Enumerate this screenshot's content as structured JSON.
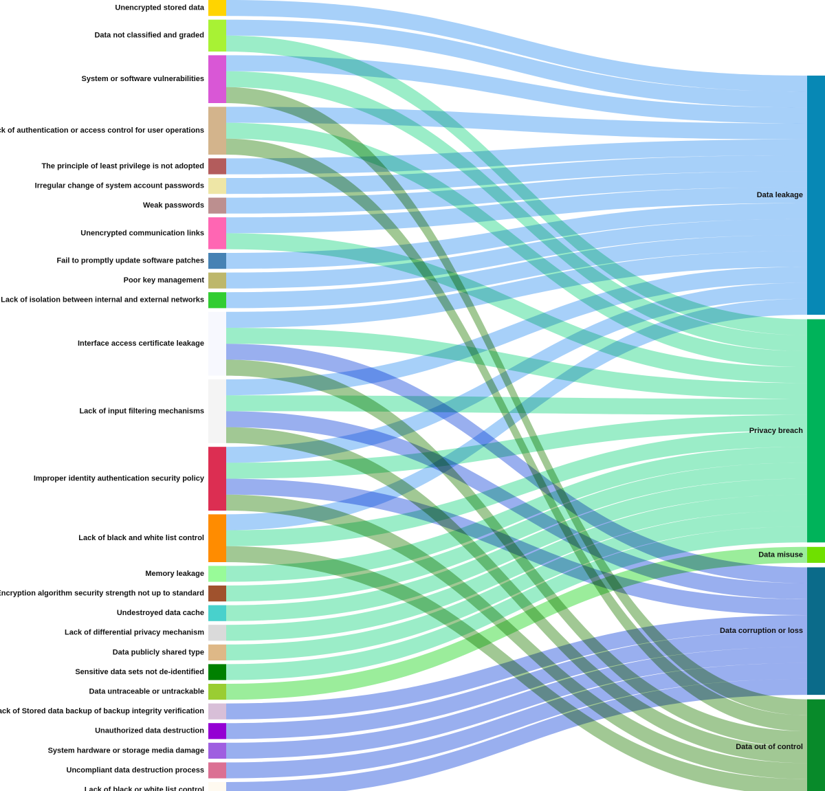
{
  "colors": {
    "leak": "#8ec3f7",
    "privacy": "#7fe8b8",
    "misuse": "#7fe87f",
    "corruption": "#7c99ea",
    "outofcontrol": "#86b876"
  },
  "chart_data": {
    "type": "sankey",
    "sources": [
      {
        "label": "Unencrypted stored data",
        "color": "#ffd400"
      },
      {
        "label": "Data not classified and graded",
        "color": "#a8f234"
      },
      {
        "label": "System or software vulnerabilities",
        "color": "#d957d6"
      },
      {
        "label": "Lack of authentication or access control for user operations",
        "color": "#d3b48c"
      },
      {
        "label": "The principle of least privilege is not adopted",
        "color": "#b35c5c"
      },
      {
        "label": "Irregular change of system account passwords",
        "color": "#eee6a6"
      },
      {
        "label": "Weak passwords",
        "color": "#bc8f8f"
      },
      {
        "label": "Unencrypted communication links",
        "color": "#ff66b3"
      },
      {
        "label": "Fail to promptly update software patches",
        "color": "#4682b4"
      },
      {
        "label": "Poor key management",
        "color": "#bdb76b"
      },
      {
        "label": "Lack of isolation between internal and external networks",
        "color": "#32cd32"
      },
      {
        "label": "Interface access certificate leakage",
        "color": "#f7f8fe"
      },
      {
        "label": "Lack of input filtering mechanisms",
        "color": "#f4f4f4"
      },
      {
        "label": "Improper identity authentication security policy",
        "color": "#dc2e52"
      },
      {
        "label": "Lack of black and white list control",
        "color": "#ff8c00"
      },
      {
        "label": "Memory leakage",
        "color": "#98fb98"
      },
      {
        "label": "Encryption algorithm security strength not up to standard",
        "color": "#a0522d"
      },
      {
        "label": "Undestroyed data cache",
        "color": "#48d1cc"
      },
      {
        "label": "Lack of differential privacy mechanism",
        "color": "#dadada"
      },
      {
        "label": "Data publicly shared type",
        "color": "#deb887"
      },
      {
        "label": "Sensitive data sets not de-identified",
        "color": "#008000"
      },
      {
        "label": "Data untraceable or untrackable",
        "color": "#9acd32"
      },
      {
        "label": "Lack of Stored data backup of backup integrity verification",
        "color": "#d8bfd8"
      },
      {
        "label": "Unauthorized data destruction",
        "color": "#9400d3"
      },
      {
        "label": "System hardware or storage media damage",
        "color": "#9f5fe0"
      },
      {
        "label": "Uncompliant data destruction process",
        "color": "#db7093"
      },
      {
        "label": "Lack of black or white list control",
        "color": "#fffaf0"
      }
    ],
    "targets": [
      {
        "key": "leak",
        "label": "Data leakage",
        "color": "#0788b5"
      },
      {
        "key": "privacy",
        "label": "Privacy breach",
        "color": "#00b35a"
      },
      {
        "key": "misuse",
        "label": "Data misuse",
        "color": "#6fe000"
      },
      {
        "key": "corruption",
        "label": "Data corruption or loss",
        "color": "#0b6b8a"
      },
      {
        "key": "outofcontrol",
        "label": "Data out of control",
        "color": "#088a2a"
      }
    ],
    "links": [
      {
        "source": 0,
        "target": "leak",
        "value": 1
      },
      {
        "source": 1,
        "target": "leak",
        "value": 1
      },
      {
        "source": 1,
        "target": "privacy",
        "value": 1
      },
      {
        "source": 2,
        "target": "leak",
        "value": 1
      },
      {
        "source": 2,
        "target": "privacy",
        "value": 1
      },
      {
        "source": 2,
        "target": "outofcontrol",
        "value": 1
      },
      {
        "source": 3,
        "target": "leak",
        "value": 1
      },
      {
        "source": 3,
        "target": "privacy",
        "value": 1
      },
      {
        "source": 3,
        "target": "outofcontrol",
        "value": 1
      },
      {
        "source": 4,
        "target": "leak",
        "value": 1
      },
      {
        "source": 5,
        "target": "leak",
        "value": 1
      },
      {
        "source": 6,
        "target": "leak",
        "value": 1
      },
      {
        "source": 7,
        "target": "leak",
        "value": 1
      },
      {
        "source": 7,
        "target": "privacy",
        "value": 1
      },
      {
        "source": 8,
        "target": "leak",
        "value": 1
      },
      {
        "source": 9,
        "target": "leak",
        "value": 1
      },
      {
        "source": 10,
        "target": "leak",
        "value": 1
      },
      {
        "source": 11,
        "target": "leak",
        "value": 1
      },
      {
        "source": 11,
        "target": "privacy",
        "value": 1
      },
      {
        "source": 11,
        "target": "corruption",
        "value": 1
      },
      {
        "source": 11,
        "target": "outofcontrol",
        "value": 1
      },
      {
        "source": 12,
        "target": "leak",
        "value": 1
      },
      {
        "source": 12,
        "target": "privacy",
        "value": 1
      },
      {
        "source": 12,
        "target": "corruption",
        "value": 1
      },
      {
        "source": 12,
        "target": "outofcontrol",
        "value": 1
      },
      {
        "source": 13,
        "target": "leak",
        "value": 1
      },
      {
        "source": 13,
        "target": "privacy",
        "value": 1
      },
      {
        "source": 13,
        "target": "corruption",
        "value": 1
      },
      {
        "source": 13,
        "target": "outofcontrol",
        "value": 1
      },
      {
        "source": 14,
        "target": "leak",
        "value": 1
      },
      {
        "source": 14,
        "target": "privacy",
        "value": 1
      },
      {
        "source": 14,
        "target": "outofcontrol",
        "value": 1
      },
      {
        "source": 15,
        "target": "privacy",
        "value": 1
      },
      {
        "source": 16,
        "target": "privacy",
        "value": 1
      },
      {
        "source": 17,
        "target": "privacy",
        "value": 1
      },
      {
        "source": 18,
        "target": "privacy",
        "value": 1
      },
      {
        "source": 19,
        "target": "privacy",
        "value": 1
      },
      {
        "source": 20,
        "target": "privacy",
        "value": 1
      },
      {
        "source": 21,
        "target": "misuse",
        "value": 1
      },
      {
        "source": 22,
        "target": "corruption",
        "value": 1
      },
      {
        "source": 23,
        "target": "corruption",
        "value": 1
      },
      {
        "source": 24,
        "target": "corruption",
        "value": 1
      },
      {
        "source": 25,
        "target": "corruption",
        "value": 1
      },
      {
        "source": 26,
        "target": "corruption",
        "value": 1
      }
    ]
  }
}
